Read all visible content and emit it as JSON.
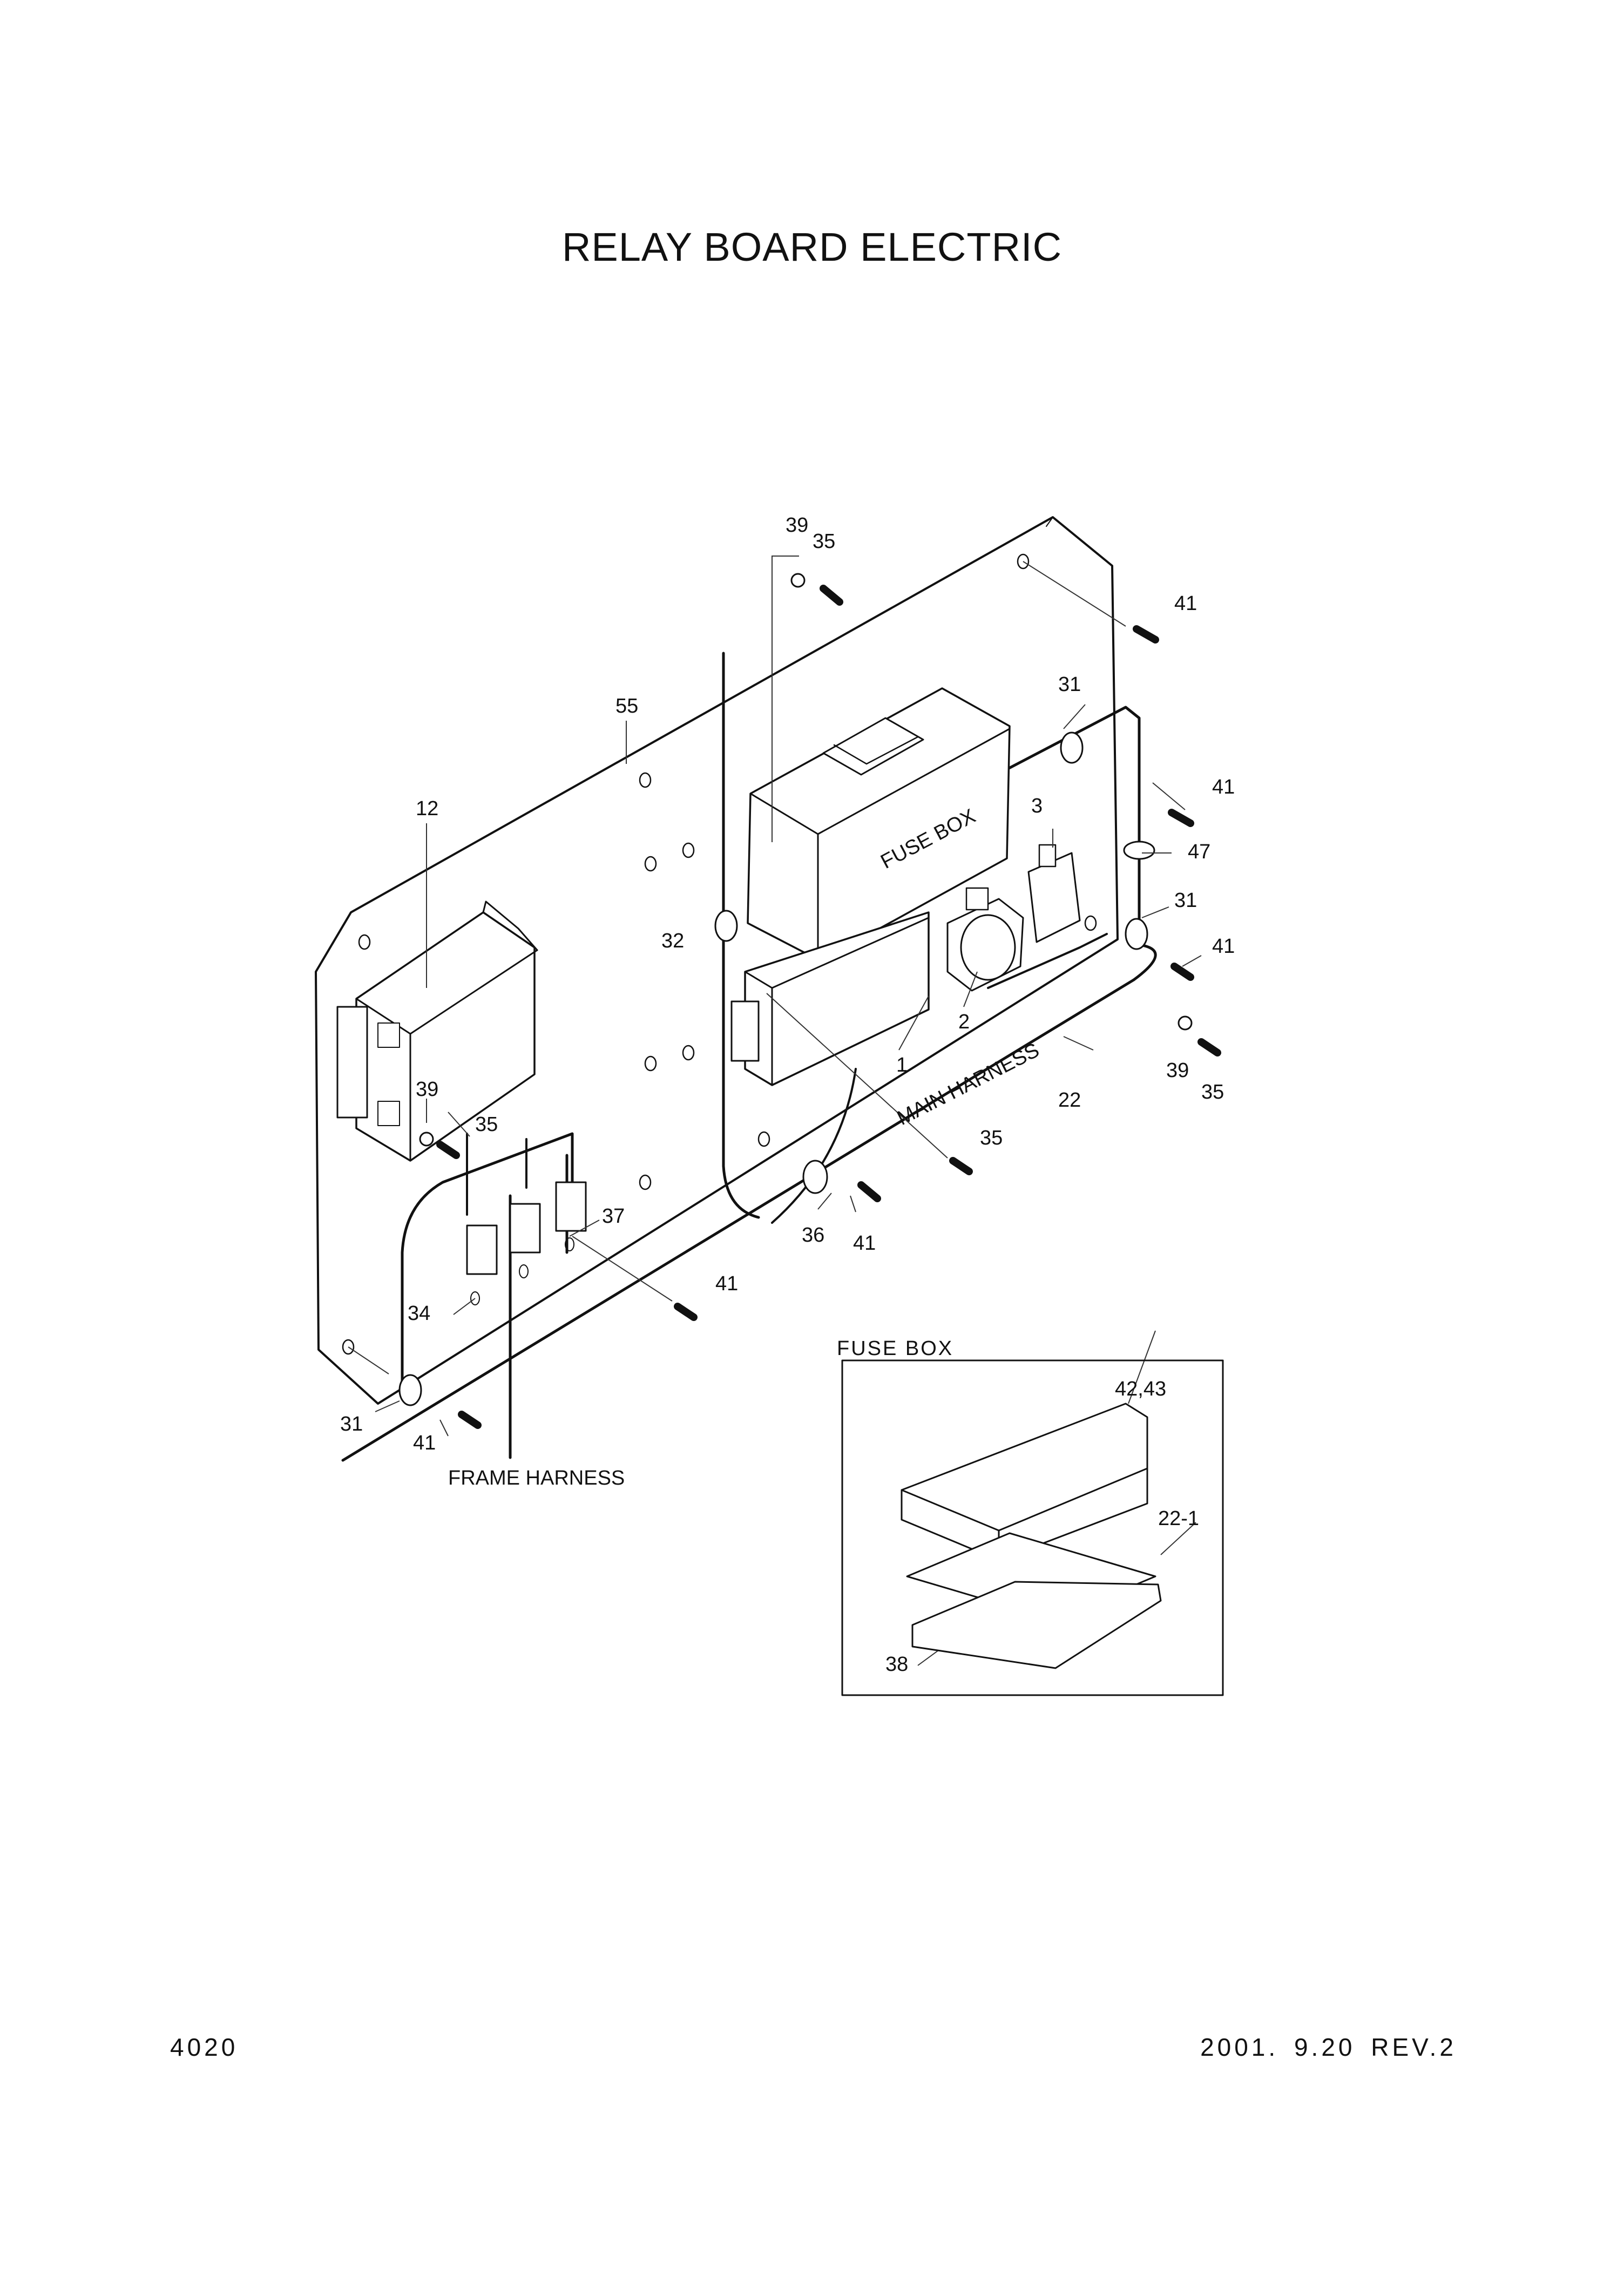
{
  "title": "RELAY BOARD ELECTRIC",
  "page_number": "4020",
  "revision": "2001. 9.20  REV.2",
  "inset": {
    "label": "FUSE BOX"
  },
  "harness_labels": {
    "main": "MAIN HARNESS",
    "frame": "FRAME HARNESS",
    "fuse_box_text": "FUSE BOX"
  },
  "callouts": [
    {
      "id": "c-39a",
      "text": "39"
    },
    {
      "id": "c-35a",
      "text": "35"
    },
    {
      "id": "c-41a",
      "text": "41"
    },
    {
      "id": "c-55",
      "text": "55"
    },
    {
      "id": "c-31a",
      "text": "31"
    },
    {
      "id": "c-41b",
      "text": "41"
    },
    {
      "id": "c-12",
      "text": "12"
    },
    {
      "id": "c-3",
      "text": "3"
    },
    {
      "id": "c-47",
      "text": "47"
    },
    {
      "id": "c-31b",
      "text": "31"
    },
    {
      "id": "c-32",
      "text": "32"
    },
    {
      "id": "c-41c",
      "text": "41"
    },
    {
      "id": "c-2",
      "text": "2"
    },
    {
      "id": "c-39b",
      "text": "39"
    },
    {
      "id": "c-35b",
      "text": "35"
    },
    {
      "id": "c-1",
      "text": "1"
    },
    {
      "id": "c-22",
      "text": "22"
    },
    {
      "id": "c-39c",
      "text": "39"
    },
    {
      "id": "c-35c",
      "text": "35"
    },
    {
      "id": "c-35d",
      "text": "35"
    },
    {
      "id": "c-36",
      "text": "36"
    },
    {
      "id": "c-41d",
      "text": "41"
    },
    {
      "id": "c-37",
      "text": "37"
    },
    {
      "id": "c-41e",
      "text": "41"
    },
    {
      "id": "c-34",
      "text": "34"
    },
    {
      "id": "c-31c",
      "text": "31"
    },
    {
      "id": "c-41f",
      "text": "41"
    },
    {
      "id": "c-4243",
      "text": "42,43"
    },
    {
      "id": "c-221",
      "text": "22-1"
    },
    {
      "id": "c-38",
      "text": "38"
    }
  ]
}
